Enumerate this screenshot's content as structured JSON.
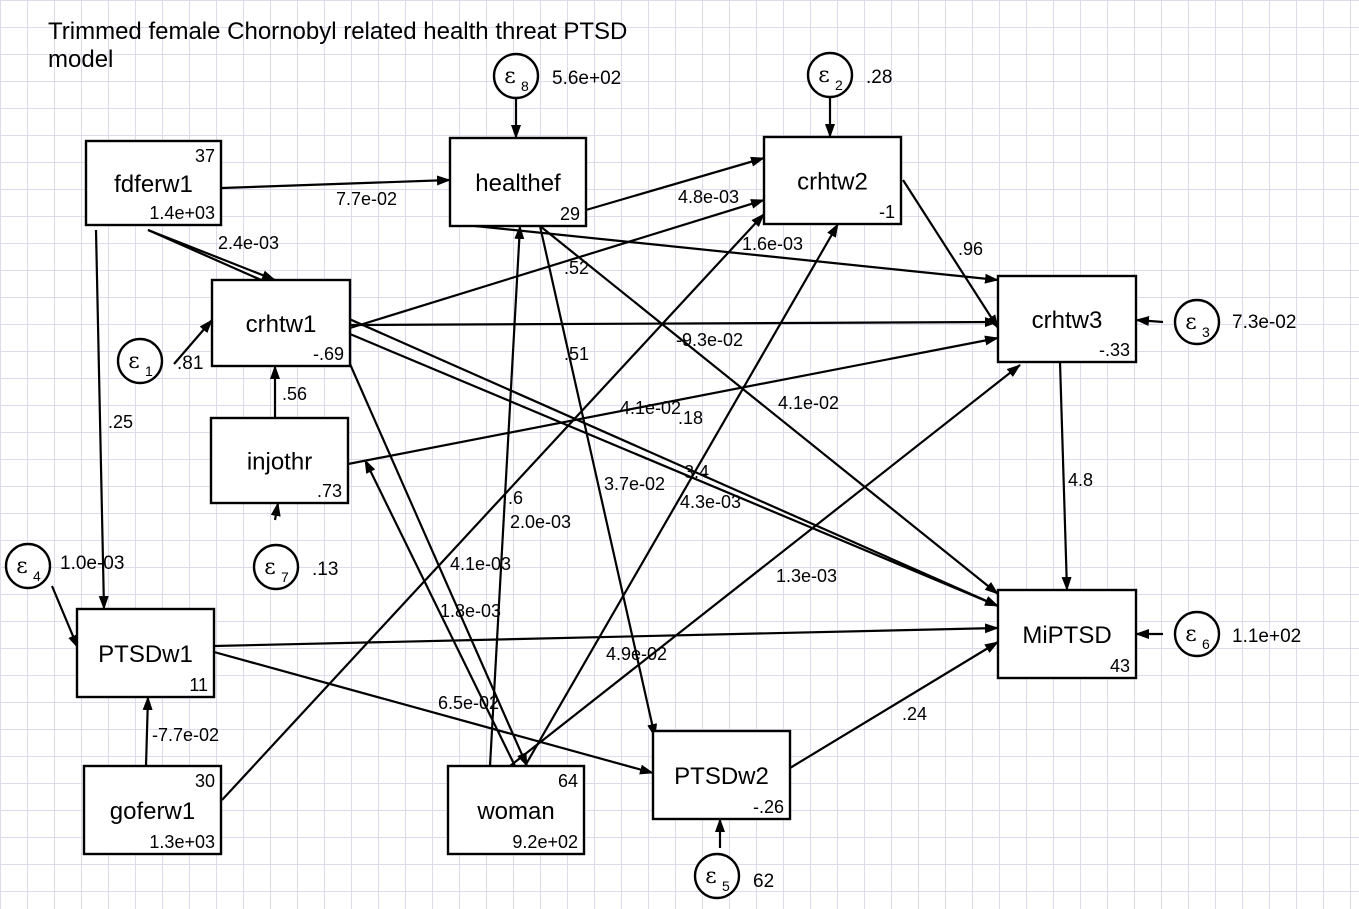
{
  "title": "Trimmed female Chornobyl related health threat PTSD\nmodel",
  "nodes": [
    {
      "id": "fdferw1",
      "label": "fdferw1",
      "top": "37",
      "bottom": "1.4e+03"
    },
    {
      "id": "healthef",
      "label": "healthef",
      "bottom": "29"
    },
    {
      "id": "crhtw2",
      "label": "crhtw2",
      "bottom": "-1"
    },
    {
      "id": "crhtw1",
      "label": "crhtw1",
      "bottom": "-.69"
    },
    {
      "id": "crhtw3",
      "label": "crhtw3",
      "bottom": "-.33"
    },
    {
      "id": "injothr",
      "label": "injothr",
      "bottom": ".73"
    },
    {
      "id": "PTSDw1",
      "label": "PTSDw1",
      "bottom": "11"
    },
    {
      "id": "MiPTSD",
      "label": "MiPTSD",
      "bottom": "43"
    },
    {
      "id": "goferw1",
      "label": "goferw1",
      "top": "30",
      "bottom": "1.3e+03"
    },
    {
      "id": "woman",
      "label": "woman",
      "top": "64",
      "bottom": "9.2e+02"
    },
    {
      "id": "PTSDw2",
      "label": "PTSDw2",
      "bottom": "-.26"
    }
  ],
  "errors": [
    {
      "id": "e8",
      "sub": "8",
      "value": "5.6e+02"
    },
    {
      "id": "e2",
      "sub": "2",
      "value": ".28"
    },
    {
      "id": "e3",
      "sub": "3",
      "value": "7.3e-02"
    },
    {
      "id": "e1",
      "sub": "1",
      "value": ".81"
    },
    {
      "id": "e7",
      "sub": "7",
      "value": ".13"
    },
    {
      "id": "e4",
      "sub": "4",
      "value": "1.0e-03"
    },
    {
      "id": "e6",
      "sub": "6",
      "value": "1.1e+02"
    },
    {
      "id": "e5",
      "sub": "5",
      "value": "62"
    }
  ],
  "paths": [
    {
      "id": "p1",
      "label": "7.7e-02"
    },
    {
      "id": "p2",
      "label": "2.4e-03"
    },
    {
      "id": "p3",
      "label": ".25"
    },
    {
      "id": "p4",
      "label": "4.8e-03"
    },
    {
      "id": "p5",
      "label": "1.6e-03"
    },
    {
      "id": "p6",
      "label": ".52"
    },
    {
      "id": "p7",
      "label": ".51"
    },
    {
      "id": "p8",
      "label": ".96"
    },
    {
      "id": "p9",
      "label": "-9.3e-02"
    },
    {
      "id": "p10",
      "label": ".56"
    },
    {
      "id": "p11",
      "label": "4.1e-02"
    },
    {
      "id": "p12",
      "label": ".18"
    },
    {
      "id": "p13",
      "label": "4.1e-02"
    },
    {
      "id": "p14",
      "label": "3.7e-02"
    },
    {
      "id": "p15",
      "label": "3.4"
    },
    {
      "id": "p16",
      "label": "4.3e-03"
    },
    {
      "id": "p17",
      "label": "4.8"
    },
    {
      "id": "p18",
      "label": ".6"
    },
    {
      "id": "p19",
      "label": "2.0e-03"
    },
    {
      "id": "p20",
      "label": "4.1e-03"
    },
    {
      "id": "p21",
      "label": "1.8e-03"
    },
    {
      "id": "p22",
      "label": "1.3e-03"
    },
    {
      "id": "p23",
      "label": "4.9e-02"
    },
    {
      "id": "p24",
      "label": "6.5e-02"
    },
    {
      "id": "p25",
      "label": "-7.7e-02"
    },
    {
      "id": "p26",
      "label": ".24"
    }
  ]
}
